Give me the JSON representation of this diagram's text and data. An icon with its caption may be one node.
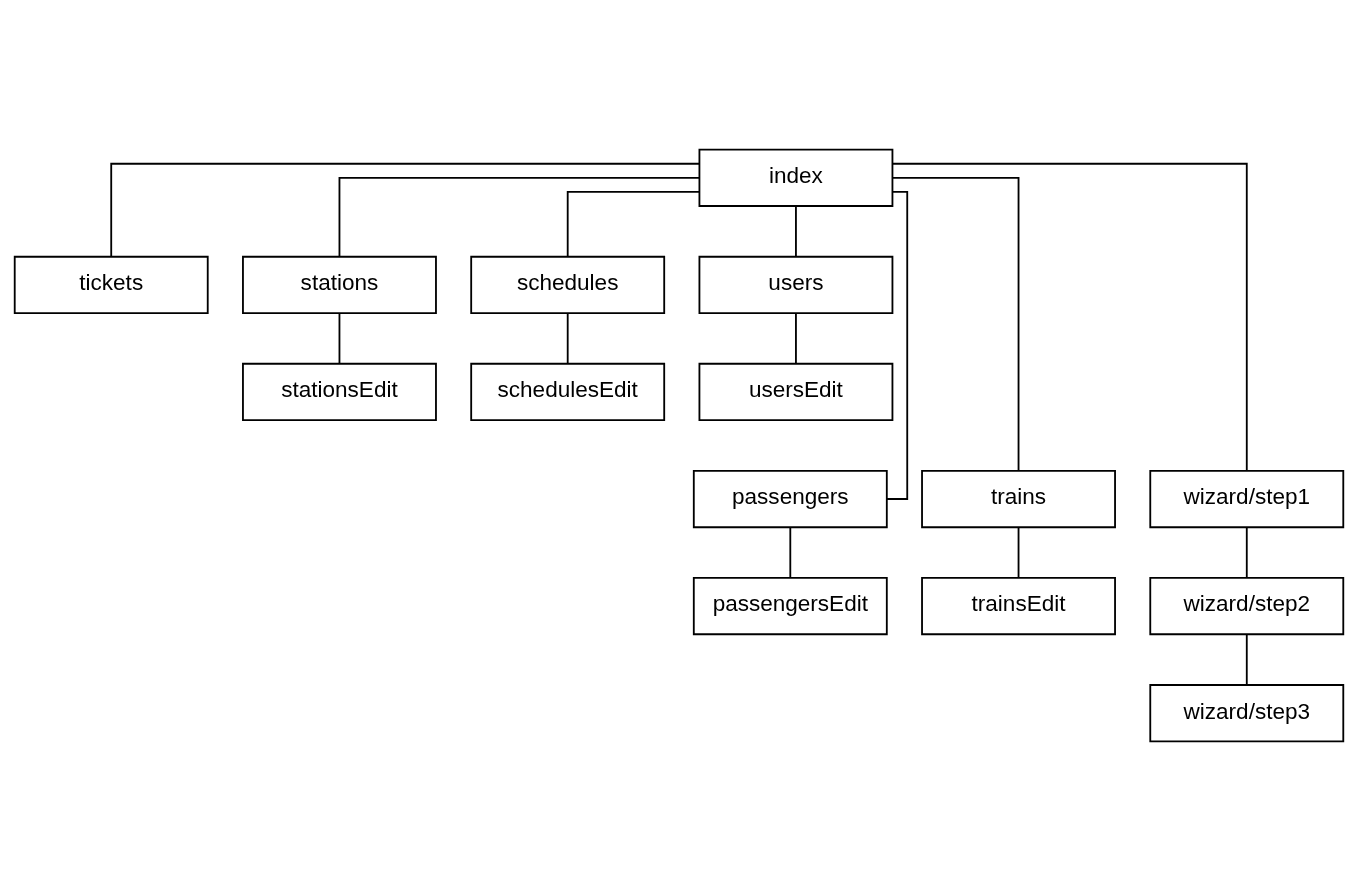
{
  "diagram": {
    "nodes": [
      {
        "text": [
          "index"
        ]
      },
      {
        "text": [
          "tickets"
        ]
      },
      {
        "text": [
          "stations"
        ]
      },
      {
        "text": [
          "schedules"
        ]
      },
      {
        "text": [
          "users"
        ]
      },
      {
        "text": [
          "stationsEdit"
        ]
      },
      {
        "text": [
          "schedulesEdit"
        ]
      },
      {
        "text": [
          "usersEdit"
        ]
      },
      {
        "text": [
          "passengers"
        ]
      },
      {
        "text": [
          "trains"
        ]
      },
      {
        "text": [
          "wizard/step1"
        ]
      },
      {
        "text": [
          "passengersEdit"
        ]
      },
      {
        "text": [
          "trainsEdit"
        ]
      },
      {
        "text": [
          "wizard/step2"
        ]
      },
      {
        "text": [
          "wizard/step3"
        ]
      }
    ],
    "edges": [
      {
        "from": 0,
        "to": 1,
        "arrow": "none"
      },
      {
        "from": 0,
        "to": 8,
        "arrow": "none"
      },
      {
        "from": 0,
        "to": 2,
        "arrow": "none"
      },
      {
        "from": 0,
        "to": 9,
        "arrow": "none"
      },
      {
        "from": 0,
        "to": 3,
        "arrow": "none"
      },
      {
        "from": 0,
        "to": 10,
        "arrow": "none"
      },
      {
        "from": 0,
        "to": 4,
        "arrow": "none"
      },
      {
        "from": 2,
        "to": 5,
        "arrow": "none"
      },
      {
        "from": 3,
        "to": 6,
        "arrow": "none"
      },
      {
        "from": 4,
        "to": 7,
        "arrow": "none"
      },
      {
        "from": 8,
        "to": 11,
        "arrow": "none"
      },
      {
        "from": 9,
        "to": 12,
        "arrow": "none"
      },
      {
        "from": 10,
        "to": 13,
        "arrow": "none"
      },
      {
        "from": 13,
        "to": 14,
        "arrow": "none"
      }
    ]
  }
}
